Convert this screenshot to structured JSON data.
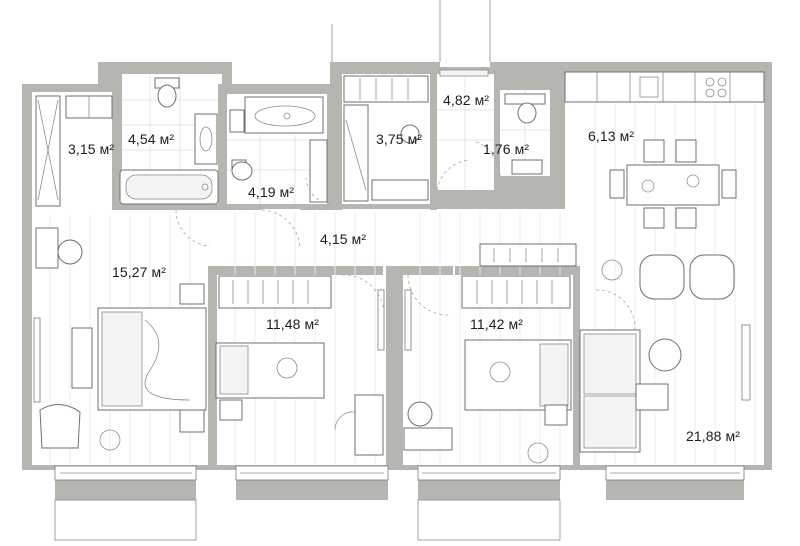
{
  "colors": {
    "wall": "#b4b6b0",
    "floor": "#ffffff",
    "line": "#6f6f6f"
  },
  "rooms": {
    "wardrobe": {
      "area": "3,15 м²"
    },
    "bathroom_main": {
      "area": "4,54 м²"
    },
    "bathroom_second": {
      "area": "4,19 м²"
    },
    "laundry": {
      "area": "3,75 м²"
    },
    "hall_small": {
      "area": "4,82 м²"
    },
    "toilet": {
      "area": "1,76 м²"
    },
    "kitchen": {
      "area": "6,13 м²"
    },
    "corridor": {
      "area": "4,15 м²"
    },
    "master_bedroom": {
      "area": "15,27 м²"
    },
    "bedroom_two": {
      "area": "11,48 м²"
    },
    "bedroom_three": {
      "area": "11,42 м²"
    },
    "living_room": {
      "area": "21,88 м²"
    }
  }
}
